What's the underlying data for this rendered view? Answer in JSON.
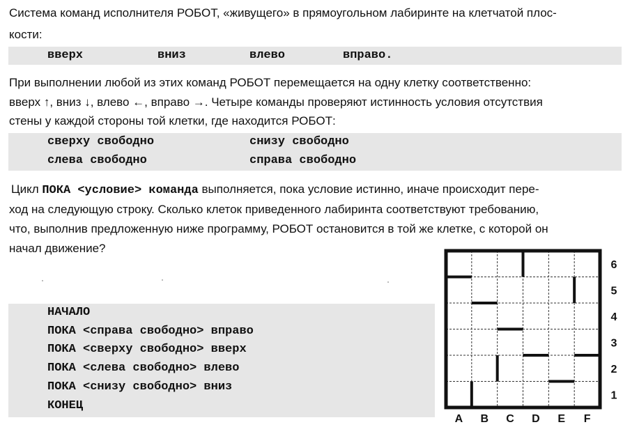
{
  "intro": {
    "line1": "Система команд исполнителя РОБОТ, «живущего» в прямоугольном лабиринте на клетчатой плос-",
    "line2": "кости:"
  },
  "move_commands": [
    "вверх",
    "вниз",
    "влево",
    "вправо."
  ],
  "description": {
    "line1": "При выполнении любой из этих команд РОБОТ перемещается на одну клетку соответственно:",
    "line2": "вверх ↑, вниз ↓, влево ←, вправо →. Четыре команды проверяют истинность условия отсутствия",
    "line3": "стены у каждой стороны той клетки, где находится РОБОТ:"
  },
  "conditions": {
    "up": "сверху свободно",
    "down": "снизу свободно",
    "left": "слева свободно",
    "right": "справа свободно"
  },
  "loop": {
    "prefix": "Цикл ",
    "code": "ПОКА <условие> команда",
    "suffix": " выполняется, пока условие истинно, иначе происходит пере-",
    "line2": "ход на следующую строку. Сколько клеток приведенного лабиринта соответствуют требованию,",
    "line3": "что, выполнив предложенную ниже программу, РОБОТ остановится в той же клетке, с которой он",
    "line4": "начал движение?"
  },
  "program": [
    "НАЧАЛО",
    "ПОКА <справа свободно> вправо",
    "ПОКА <сверху свободно> вверх",
    "ПОКА <слева свободно> влево",
    "ПОКА <снизу свободно> вниз",
    "КОНЕЦ"
  ],
  "maze": {
    "columns": [
      "A",
      "B",
      "C",
      "D",
      "E",
      "F"
    ],
    "rows": [
      "6",
      "5",
      "4",
      "3",
      "2",
      "1"
    ],
    "walls": {
      "h": [
        {
          "below_row": 6,
          "col": 1
        },
        {
          "below_row": 5,
          "col": 2
        },
        {
          "below_row": 4,
          "col": 3
        },
        {
          "below_row": 3,
          "col": 4
        },
        {
          "below_row": 3,
          "col": 6
        },
        {
          "below_row": 2,
          "col": 5
        }
      ],
      "v": [
        {
          "after_col": 3,
          "row": 6
        },
        {
          "after_col": 5,
          "row": 5
        },
        {
          "after_col": 2,
          "row": 2
        },
        {
          "after_col": 1,
          "row": 1
        }
      ]
    }
  }
}
